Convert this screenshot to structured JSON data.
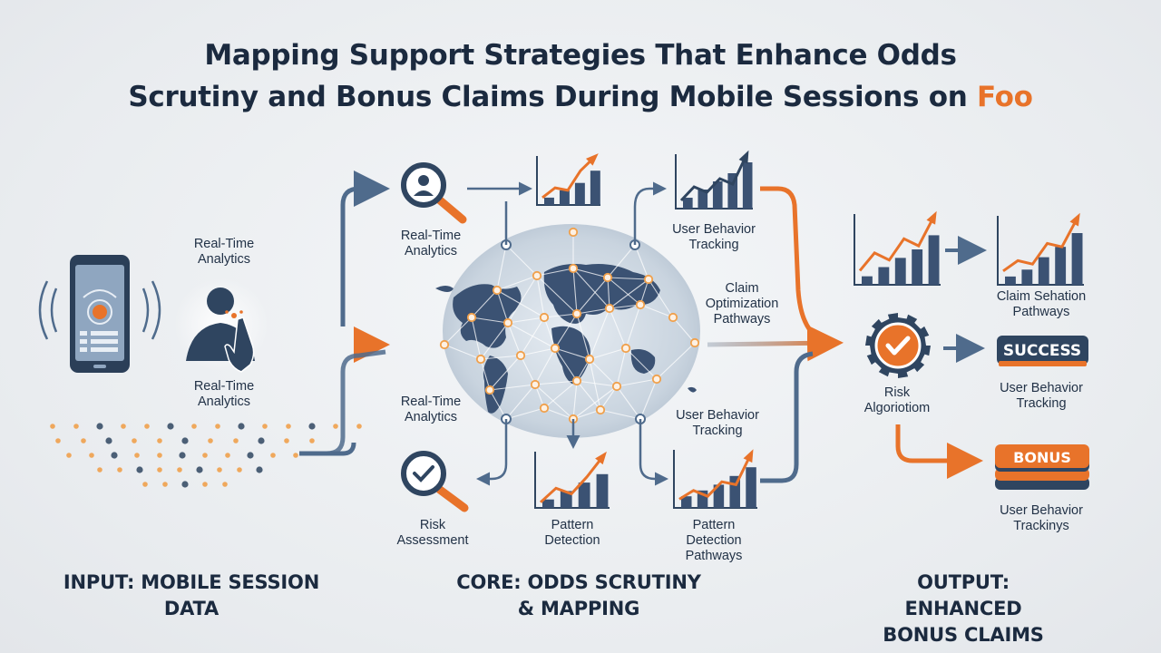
{
  "title": {
    "line1": "Mapping Support Strategies That Enhance Odds",
    "line2": "Scrutiny and Bonus Claims During Mobile Sessions on",
    "accent": "Foo"
  },
  "labels": {
    "left_top": "Real-Time\nAnalytics",
    "left_bottom": "Real-Time\nAnalytics",
    "core_top_left": "Real-Time\nAnalytics",
    "core_top_right": "User Behavior\nTracking",
    "core_right": "Claim\nOptimization\nPathways",
    "core_mid_left": "Real-Time\nAnalytics",
    "core_mid_right": "User Behavior\nTracking",
    "core_bottom_left": "Risk\nAssessment",
    "core_bottom_mid": "Pattern\nDetection",
    "core_bottom_right": "Pattern\nDetection\nPathways",
    "out_claim": "Claim Sehation\nPathways",
    "out_risk": "Risk\nAlgoriotiom",
    "out_success_label": "User Behavior\nTracking",
    "out_bonus_label": "User Behavior\nTrackinys"
  },
  "badges": {
    "success": "SUCCESS",
    "bonus": "BONUS"
  },
  "sections": {
    "input": "INPUT: MOBILE SESSION\nDATA",
    "core": "CORE: ODDS SCRUTINY\n& MAPPING",
    "output": "OUTPUT: ENHANCED\nBONUS CLAIMS"
  },
  "colors": {
    "navy": "#2f4560",
    "steel": "#4f6b8c",
    "orange": "#e8732a",
    "text": "#1b2a3f"
  },
  "icons": [
    "smartphone-icon",
    "person-touch-icon",
    "magnifier-person-icon",
    "magnifier-check-icon",
    "world-map-icon",
    "bar-chart-icon",
    "gear-check-icon"
  ]
}
